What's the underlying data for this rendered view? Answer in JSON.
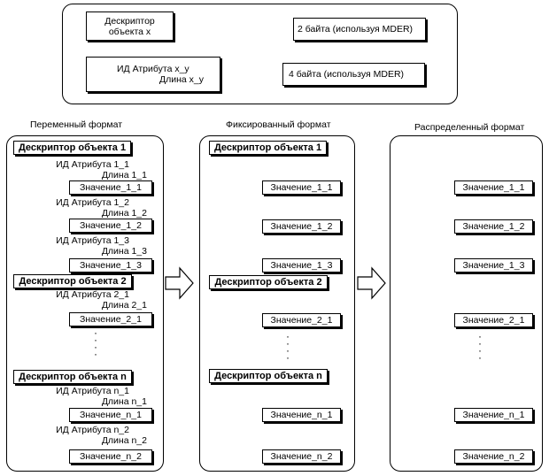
{
  "legend": {
    "descriptor_label_line1": "Дескриптор",
    "descriptor_label_line2": "объекта x",
    "descriptor_size": "2 байта (используя MDER)",
    "attr_label_line1": "ИД Атрибута x_y",
    "attr_label_line2": "Длина x_y",
    "attr_size": "4 байта (используя MDER)"
  },
  "formats": {
    "variable": {
      "title": "Переменный формат",
      "obj1": "Дескриптор объекта 1",
      "a11_id": "ИД Атрибута 1_1",
      "a11_len": "Длина 1_1",
      "v11": "Значение_1_1",
      "a12_id": "ИД Атрибута 1_2",
      "a12_len": "Длина 1_2",
      "v12": "Значение_1_2",
      "a13_id": "ИД Атрибута 1_3",
      "a13_len": "Длина 1_3",
      "v13": "Значение_1_3",
      "obj2": "Дескриптор объекта 2",
      "a21_id": "ИД Атрибута 2_1",
      "a21_len": "Длина 2_1",
      "v21": "Значение_2_1",
      "objn": "Дескриптор объекта n",
      "an1_id": "ИД Атрибута n_1",
      "an1_len": "Длина n_1",
      "vn1": "Значение_n_1",
      "an2_id": "ИД Атрибута n_2",
      "an2_len": "Длина n_2",
      "vn2": "Значение_n_2"
    },
    "fixed": {
      "title": "Фиксированный формат",
      "obj1": "Дескриптор объекта 1",
      "v11": "Значение_1_1",
      "v12": "Значение_1_2",
      "v13": "Значение_1_3",
      "obj2": "Дескриптор объекта 2",
      "v21": "Значение_2_1",
      "objn": "Дескриптор объекта n",
      "vn1": "Значение_n_1",
      "vn2": "Значение_n_2"
    },
    "distributed": {
      "title": "Распределенный формат",
      "v11": "Значение_1_1",
      "v12": "Значение_1_2",
      "v13": "Значение_1_3",
      "v21": "Значение_2_1",
      "vn1": "Значение_n_1",
      "vn2": "Значение_n_2"
    }
  }
}
